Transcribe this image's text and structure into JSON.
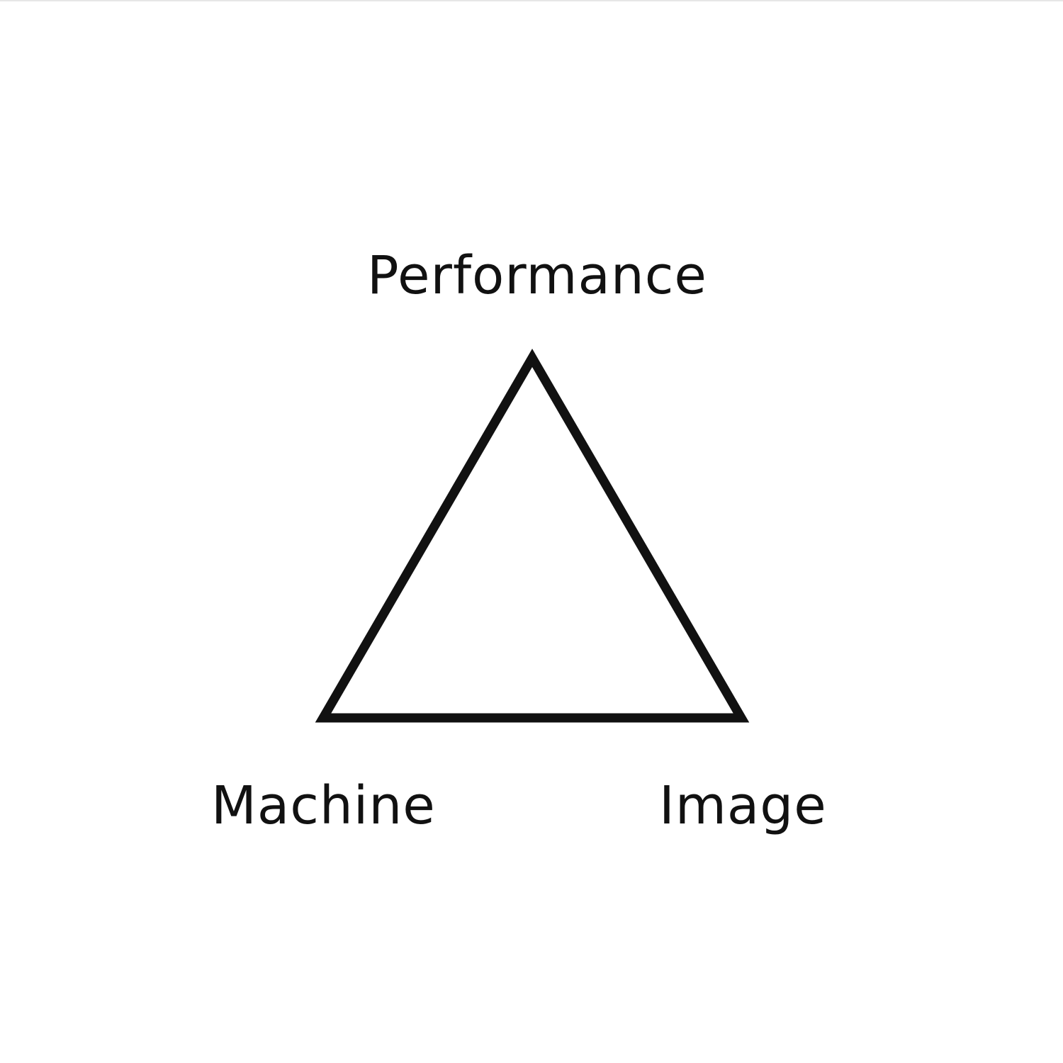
{
  "diagram": {
    "vertices": {
      "top": "Performance",
      "bottom_left": "Machine",
      "bottom_right": "Image"
    },
    "colors": {
      "stroke": "#111111",
      "text": "#111111",
      "background": "#ffffff"
    }
  }
}
